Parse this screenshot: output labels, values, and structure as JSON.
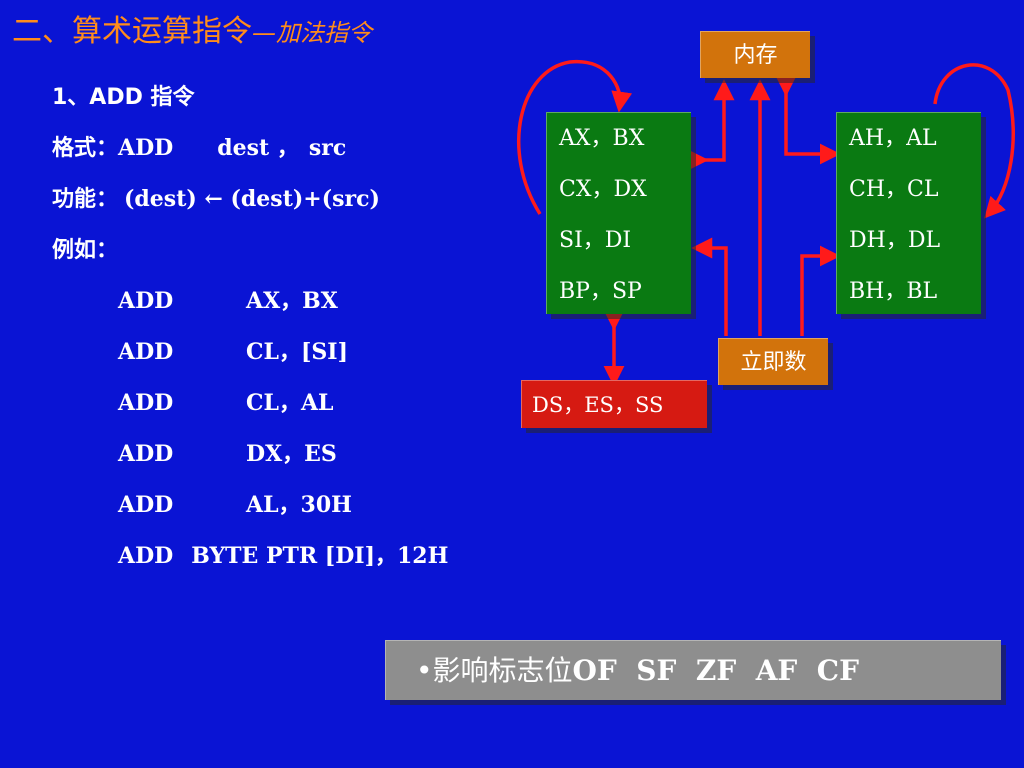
{
  "slide": {
    "title_main": "二、算术运算指令",
    "title_sub": "—加法指令"
  },
  "content": {
    "heading": "1、ADD 指令",
    "format_label": "格式：",
    "format_op": "ADD",
    "format_dest": "dest ，",
    "format_src": "src",
    "function_label": "功能：",
    "function_expr": "(dest) ← (dest)+(src)",
    "example_label": "例如：",
    "examples": [
      {
        "op": "ADD",
        "operands": "AX，BX"
      },
      {
        "op": "ADD",
        "operands": "CL，[SI]"
      },
      {
        "op": "ADD",
        "operands": "CL，AL"
      },
      {
        "op": "ADD",
        "operands": "DX，ES"
      },
      {
        "op": "ADD",
        "operands": "AL，30H"
      },
      {
        "op": "ADD",
        "operands": "BYTE PTR [DI]，12H"
      }
    ]
  },
  "diagram": {
    "memory_label": "内存",
    "immediate_label": "立即数",
    "segment_label": "DS，ES，SS",
    "reg16": [
      "AX，BX",
      "CX，DX",
      "SI，DI",
      "BP，SP"
    ],
    "reg8": [
      "AH，AL",
      "CH，CL",
      "DH，DL",
      "BH，BL"
    ]
  },
  "flags": {
    "label": "•影响标志位",
    "list": "OF  SF  ZF  AF  CF"
  },
  "colors": {
    "background": "#0a14d4",
    "title": "#ff8c1a",
    "register_box": "#0a7a12",
    "memory_box": "#d2730c",
    "segment_box": "#d61a12",
    "flags_box": "#8e8e8e",
    "arrow": "#ff1a1a"
  }
}
